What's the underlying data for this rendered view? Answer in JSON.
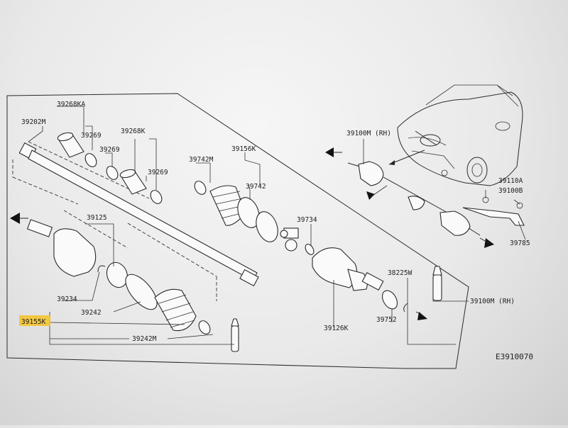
{
  "labels": {
    "p39268KA": "39268KA",
    "p39202M": "39202M",
    "p39269a": "39269",
    "p39268K": "39268K",
    "p39269b": "39269",
    "p39269c": "39269",
    "p39742M": "39742M",
    "p39156K": "39156K",
    "p39742": "39742",
    "p39100M_top": "39100M (RH)",
    "p39110A": "39110A",
    "p39100B": "39100B",
    "p39785": "39785",
    "p39125": "39125",
    "p39734": "39734",
    "p38225W": "38225W",
    "p39234": "39234",
    "p39242": "39242",
    "p39155K": "39155K",
    "p39242M": "39242M",
    "p39126K": "39126K",
    "p39752": "39752",
    "p39100M_rh": "39100M (RH)",
    "figure_code": "E3910070"
  },
  "colors": {
    "highlight": "#f4c430",
    "line": "#2a2a2a"
  }
}
